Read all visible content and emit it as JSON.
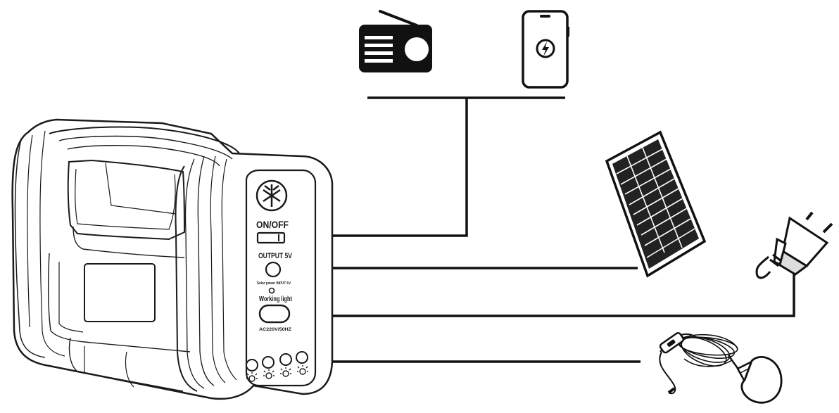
{
  "device": {
    "power_label": "ON/OFF",
    "output_label": "OUTPUT 5V",
    "solar_label": "Solar power INPUT 6V",
    "working_light_label": "Working light",
    "ac_label": "AC220V/50HZ"
  },
  "connections": [
    {
      "from": "usb-output-5v",
      "to": "radio-and-phone"
    },
    {
      "from": "solar-input",
      "to": "solar-panel"
    },
    {
      "from": "ac-input",
      "to": "power-plug"
    },
    {
      "from": "led-light-ports",
      "to": "bulb-lamp"
    }
  ],
  "icons": [
    "radio-icon",
    "phone-charging-icon",
    "solar-panel-icon",
    "plug-icon",
    "bulb-lamp-icon"
  ]
}
